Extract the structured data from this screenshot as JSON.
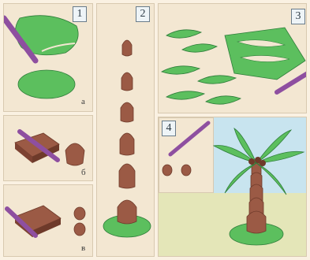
{
  "steps": {
    "s1": "1",
    "s2": "2",
    "s3": "3",
    "s4": "4"
  },
  "sublabels": {
    "a": "а",
    "b": "б",
    "v": "в"
  },
  "colors": {
    "green": "#5cbf5e",
    "green_dark": "#2e7d3a",
    "brown": "#9b5a45",
    "brown_dark": "#6e3a2a",
    "stick": "#8e4fa0",
    "sky": "#c8e4ef",
    "grass": "#e4e6b8"
  }
}
